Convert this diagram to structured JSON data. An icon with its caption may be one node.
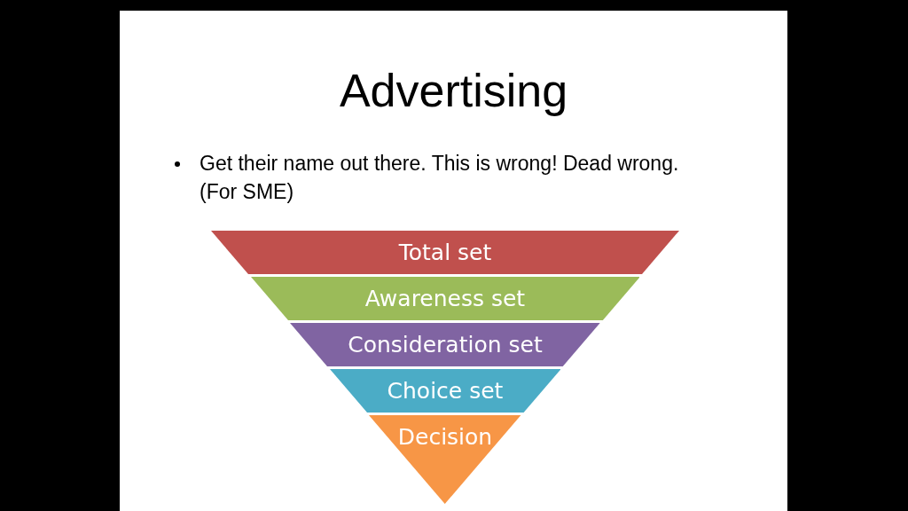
{
  "diagram": {
    "title": "Advertising",
    "nodes": [
      {
        "text": [
          "Total set"
        ]
      },
      {
        "text": [
          "Awareness set"
        ]
      },
      {
        "text": [
          "Consideration set"
        ]
      },
      {
        "text": [
          "Choice set"
        ]
      },
      {
        "text": [
          "Decision"
        ]
      }
    ],
    "labels": [
      "Get their name out there. This is wrong! Dead wrong. (For SME)"
    ]
  }
}
